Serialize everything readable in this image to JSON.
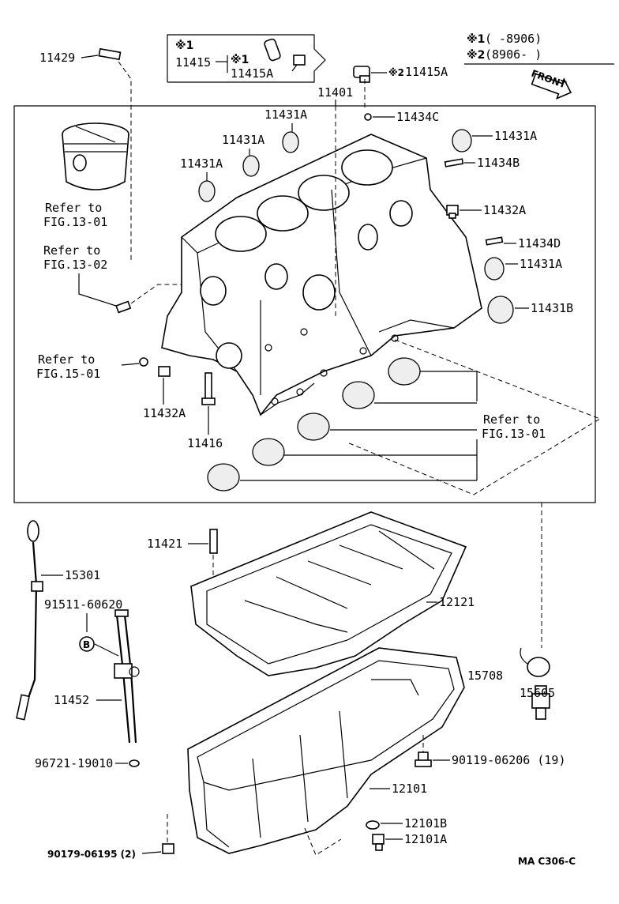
{
  "legend": {
    "note1_mark": "※1",
    "note1_text": "(      -8906)",
    "note2_mark": "※2",
    "note2_text": "(8906-      )",
    "front": "FRONT"
  },
  "inset": {
    "mark": "※1",
    "main_part": "11415",
    "sub_mark": "※1",
    "sub_part": "11415A"
  },
  "labels": {
    "p11429": "11429",
    "p11401": "11401",
    "p11415A_2_mark": "※2",
    "p11415A_2": "11415A",
    "p11431A_top": "11431A",
    "p11434C": "11434C",
    "p11431A_l1": "11431A",
    "p11431A_r1": "11431A",
    "p11431A_l2": "11431A",
    "p11434B": "11434B",
    "p11432A_r": "11432A",
    "p11434D": "11434D",
    "p11431A_r2": "11431A",
    "p11431B": "11431B",
    "ref1301_a": "Refer to",
    "ref1301_b": "FIG.13-01",
    "ref1302_a": "Refer to",
    "ref1302_b": "FIG.13-02",
    "ref1501_a": "Refer to",
    "ref1501_b": "FIG.15-01",
    "p11432A_l": "11432A",
    "p11416": "11416",
    "ref1301c_a": "Refer to",
    "ref1301c_b": "FIG.13-01",
    "p11421": "11421",
    "p15301": "15301",
    "p91511": "91511-60620",
    "b_mark": "B",
    "p12121": "12121",
    "p15708": "15708",
    "p15605": "15605",
    "p11452": "11452",
    "p96721": "96721-19010",
    "p90119": "90119-06206 (19)",
    "p12101": "12101",
    "p90179": "90179-06195 (2)",
    "p12101B": "12101B",
    "p12101A": "12101A",
    "code": "MA  C306-C"
  }
}
